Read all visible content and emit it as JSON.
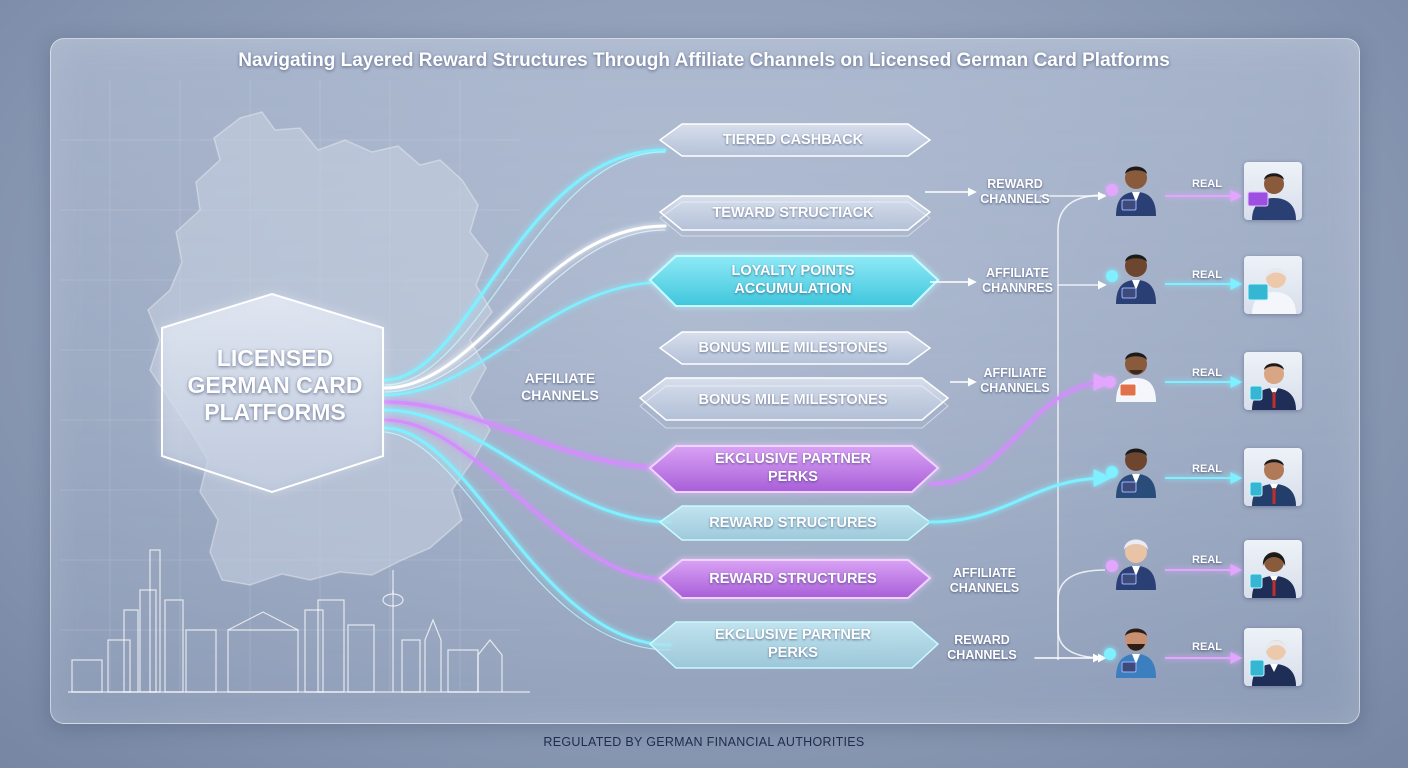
{
  "title": "Navigating Layered Reward Structures Through Affiliate Channels on Licensed German Card Platforms",
  "footer": "REGULATED BY GERMAN FINANCIAL AUTHORITIES",
  "platform": {
    "label": "LICENSED GERMAN CARD PLATFORMS"
  },
  "main_channel": {
    "label": "AFFILIATE CHANNELS"
  },
  "tiers": [
    {
      "label": "TIERED CASHBACK"
    },
    {
      "label": "TEWARD STRUCTIACK"
    },
    {
      "label": "LOYALTY POINTS ACCUMULATION"
    },
    {
      "label": "BONUS MILE MILESTONES"
    },
    {
      "label": "BONUS MILE MILESTONES"
    },
    {
      "label": "EKCLUSIVE PARTNER PERKS"
    },
    {
      "label": "REWARD STRUCTURES"
    },
    {
      "label": "REWARD STRUCTURES"
    },
    {
      "label": "EKCLUSIVE PARTNER PERKS"
    }
  ],
  "channel_labels": [
    {
      "label": "REWARD CHANNELS"
    },
    {
      "label": "AFFILIATE CHANNRES"
    },
    {
      "label": "AFFILIATE CHANNELS"
    },
    {
      "label": "AFFILIATE CHANNELS"
    },
    {
      "label": "REWARD CHANNELS"
    }
  ],
  "real_labels": [
    "REAL",
    "REAL",
    "REAL",
    "REAL",
    "REAL",
    "REAL"
  ],
  "colors": {
    "cyan": "#5fe3f5",
    "purple": "#c77bf0",
    "navy": "#1f2c4a"
  }
}
